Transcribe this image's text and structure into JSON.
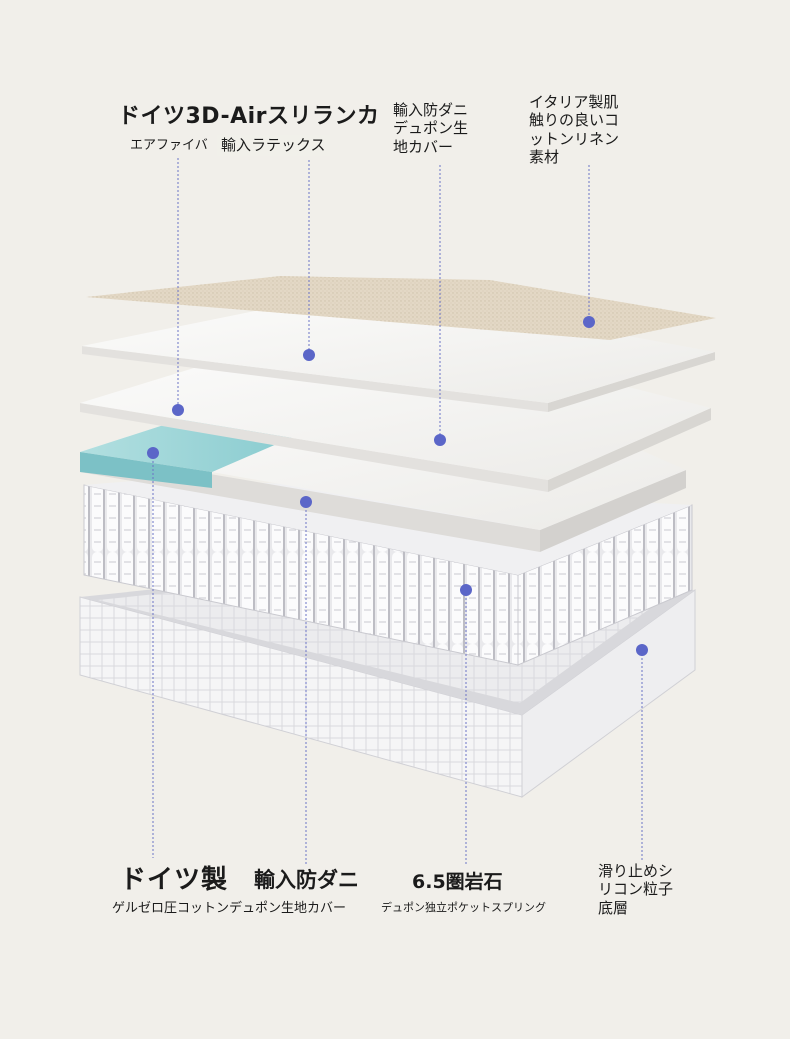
{
  "top_labels": {
    "air": {
      "title": "ドイツ3D-Airスリランカ",
      "line2_a": "エアファイバ",
      "line2_b": "輸入ラテックス"
    },
    "cover": {
      "lines": [
        "輸入防ダニ",
        "デュポン生",
        "地カバー"
      ]
    },
    "linen": {
      "lines": [
        "イタリア製肌",
        "触りの良いコ",
        "ットンリネン",
        "素材"
      ]
    }
  },
  "bottom_labels": {
    "germany": {
      "title": "ドイツ製",
      "sub": "ゲルゼロ圧コットンデュポン生地カバー"
    },
    "antimite": {
      "title": "輸入防ダニ"
    },
    "spring": {
      "title": "6.5圏岩石",
      "sub": "デュポン独立ポケットスプリング"
    },
    "base": {
      "lines": [
        "滑り止めシ",
        "リコン粒子",
        "底層"
      ]
    }
  },
  "colors": {
    "background": "#f1efea",
    "linen": "#e2d6c2",
    "foam": "#f3f2f0",
    "gel": "#9fd5d8",
    "leader": "#6b74c6",
    "marker": "#5b66c8"
  }
}
